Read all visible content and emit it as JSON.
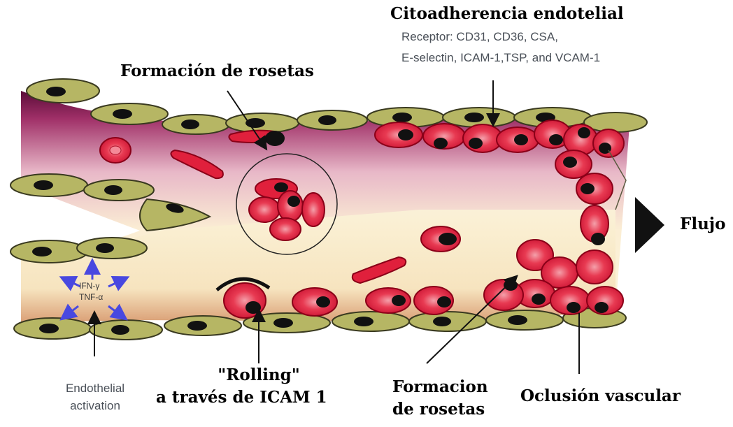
{
  "labels": {
    "cytoadherence_title": "Citoadherencia endotelial",
    "receptor_line1": "Receptor: CD31, CD36, CSA,",
    "receptor_line2": "E-selectin, ICAM-1,TSP, and VCAM-1",
    "rosette_top": "Formación de rosetas",
    "flow": "Flujo",
    "rolling_line1": "\"Rolling\"",
    "rolling_line2": "a través de ICAM 1",
    "rosette_bottom_line1": "Formacion",
    "rosette_bottom_line2": "de rosetas",
    "occlusion": "Oclusión vascular",
    "endothelial_line1": "Endothelial",
    "endothelial_line2": "activation",
    "ifn": "IFN-γ",
    "tnf": "TNF-α"
  },
  "colors": {
    "endothelial_cell": "#b6b664",
    "nucleus": "#111111",
    "rbc": "#e0203c",
    "rbc_center": "#f07a8a",
    "lumen_dark": "#6a1040",
    "lumen_mid": "#e8b8c8",
    "lumen_light": "#fbf1d2",
    "cytokine_arrow": "#4848e0"
  }
}
